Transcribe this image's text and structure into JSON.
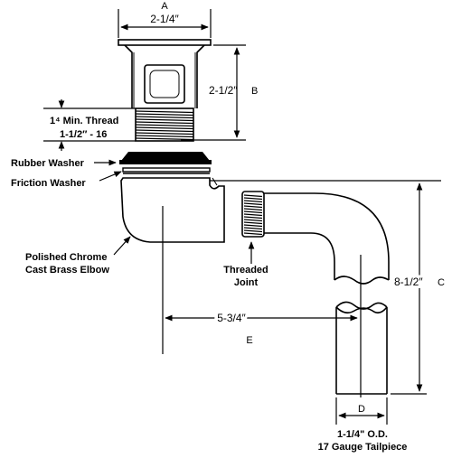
{
  "labels": {
    "dim_a_letter": "A",
    "dim_a_value": "2-1/4″",
    "dim_b_value": "2-1/2″",
    "dim_b_letter": "B",
    "thread_line1": "1⁴ Min. Thread",
    "thread_line2": "1-1/2″ - 16",
    "rubber_washer": "Rubber Washer",
    "friction_washer": "Friction Washer",
    "elbow_line1": "Polished Chrome",
    "elbow_line2": "Cast Brass Elbow",
    "joint_line1": "Threaded",
    "joint_line2": "Joint",
    "dim_e_value": "5-3/4″",
    "dim_e_letter": "E",
    "dim_c_value": "8-1/2″",
    "dim_c_letter": "C",
    "dim_d_letter": "D",
    "tail_line1": "1-1/4\" O.D.",
    "tail_line2": "17 Gauge Tailpiece"
  }
}
